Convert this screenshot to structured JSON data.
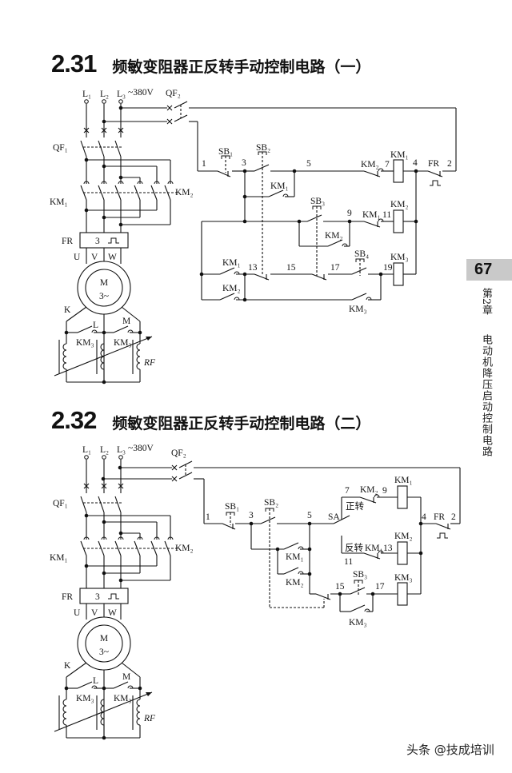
{
  "page": {
    "number": "67",
    "chapter_label": "第2章",
    "chapter_title": "电动机降压启动控制电路",
    "watermark": "头条 @技成培训"
  },
  "sections": [
    {
      "number": "2.31",
      "title": "频敏变阻器正反转手动控制电路（一）",
      "power": {
        "L1": "L₁",
        "L2": "L₂",
        "L3": "L₃",
        "voltage": "~380V",
        "QF2": "QF₂",
        "QF1": "QF₁",
        "KM1": "KM₁",
        "KM2": "KM₂",
        "FR": "FR",
        "fr_num": "3",
        "U": "U",
        "V": "V",
        "W": "W",
        "M": "M",
        "phase": "3~",
        "K": "K",
        "tapL": "L",
        "tapM": "M",
        "KM3a": "KM₃",
        "KM3b": "KM₃",
        "RF": "RF"
      },
      "control": {
        "n1": "1",
        "SB1": "SB₁",
        "n3": "3",
        "SB2": "SB₂",
        "n5": "5",
        "KM2_nc": "KM₂",
        "n7": "7",
        "KM1_coil": "KM₁",
        "n4": "4",
        "FR": "FR",
        "n2": "2",
        "KM1_seal": "KM₁",
        "SB3": "SB₃",
        "n9": "9",
        "KM1_nc": "KM₁",
        "n11": "11",
        "KM2_coil": "KM₂",
        "KM2_seal": "KM₂",
        "KM1_no": "KM₁",
        "n13": "13",
        "n15": "15",
        "n17": "17",
        "SB4": "SB₄",
        "n19": "19",
        "KM3_coil": "KM₃",
        "KM2_no": "KM₂",
        "KM3_seal": "KM₃"
      }
    },
    {
      "number": "2.32",
      "title": "频敏变阻器正反转手动控制电路（二）",
      "power": {
        "L1": "L₁",
        "L2": "L₂",
        "L3": "L₃",
        "voltage": "~380V",
        "QF2": "QF₂",
        "QF1": "QF₁",
        "KM1": "KM₁",
        "KM2": "KM₂",
        "FR": "FR",
        "fr_num": "3",
        "U": "U",
        "V": "V",
        "W": "W",
        "M": "M",
        "phase": "3~",
        "K": "K",
        "tapL": "L",
        "tapM": "M",
        "KM3a": "KM₃",
        "KM3b": "KM₃",
        "RF": "RF"
      },
      "control": {
        "n1": "1",
        "SB1": "SB₁",
        "n3": "3",
        "SB2": "SB₂",
        "n5": "5",
        "SA": "SA",
        "n7": "7",
        "KM2_nc": "KM₂",
        "n9": "9",
        "KM1_coil": "KM₁",
        "forward": "正转",
        "n4": "4",
        "FR": "FR",
        "n2": "2",
        "reverse": "反转",
        "KM1_nc": "KM₁",
        "n13": "13",
        "n11": "11",
        "KM2_coil": "KM₂",
        "KM1_seal": "KM₁",
        "KM2_seal": "KM₂",
        "n15": "15",
        "SB3": "SB₃",
        "n17": "17",
        "KM3_coil": "KM₃",
        "KM3_seal": "KM₃"
      }
    }
  ]
}
